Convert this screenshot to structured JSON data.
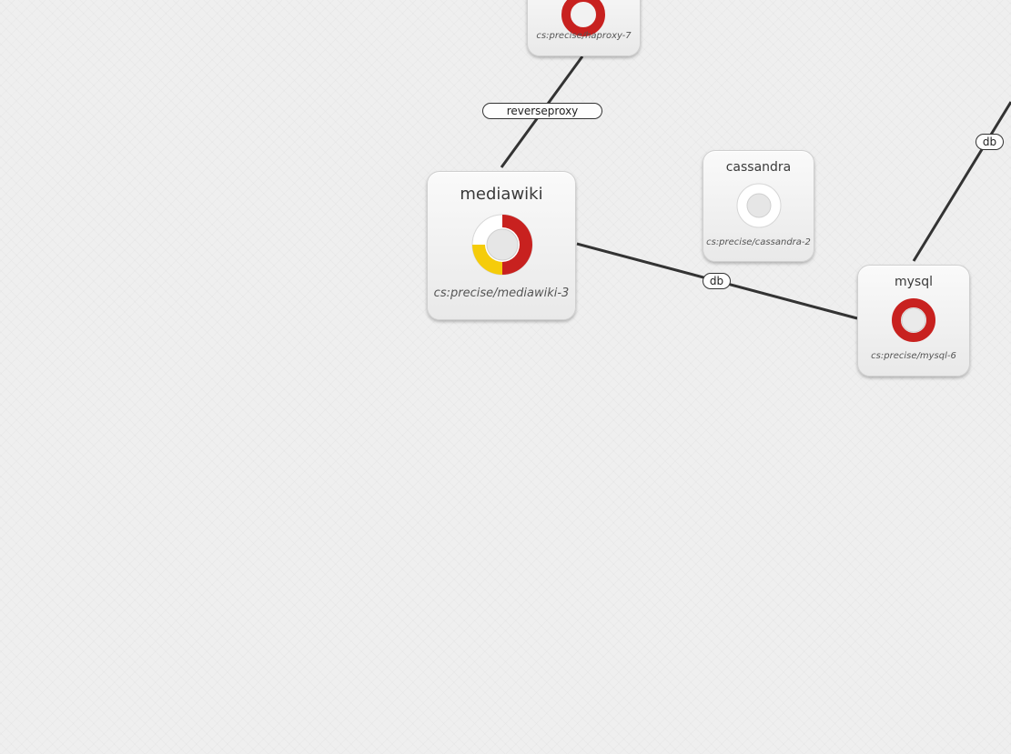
{
  "services": {
    "haproxy": {
      "name": "",
      "charm": "cs:precise/haproxy-7"
    },
    "mediawiki": {
      "name": "mediawiki",
      "charm": "cs:precise/mediawiki-3"
    },
    "cassandra": {
      "name": "cassandra",
      "charm": "cs:precise/cassandra-2"
    },
    "mysql": {
      "name": "mysql",
      "charm": "cs:precise/mysql-6"
    }
  },
  "relations": {
    "reverseproxy": "reverseproxy",
    "mediawiki_mysql_db": "db",
    "mysql_offscreen_db": "db"
  },
  "colors": {
    "error": "#c8211f",
    "pending": "#f5cc0a",
    "running": "#ffffff",
    "line": "#333333"
  }
}
